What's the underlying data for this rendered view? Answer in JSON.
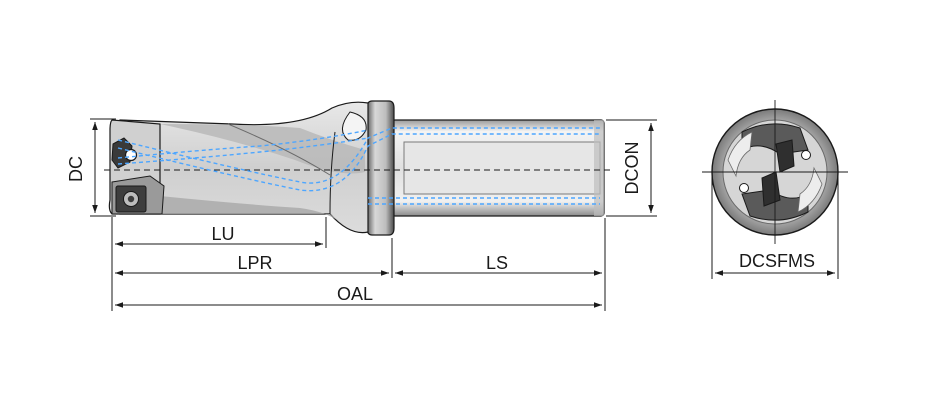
{
  "labels": {
    "dc": "DC",
    "dcon": "DCON",
    "lu": "LU",
    "lpr": "LPR",
    "ls": "LS",
    "oal": "OAL",
    "dcsfms": "DCSFMS"
  },
  "colors": {
    "line": "#1a1a1a",
    "coolant": "#4da6ff",
    "body_light": "#f2f2f2",
    "body_mid": "#c8c8c8",
    "body_dark": "#6e6e6e"
  }
}
